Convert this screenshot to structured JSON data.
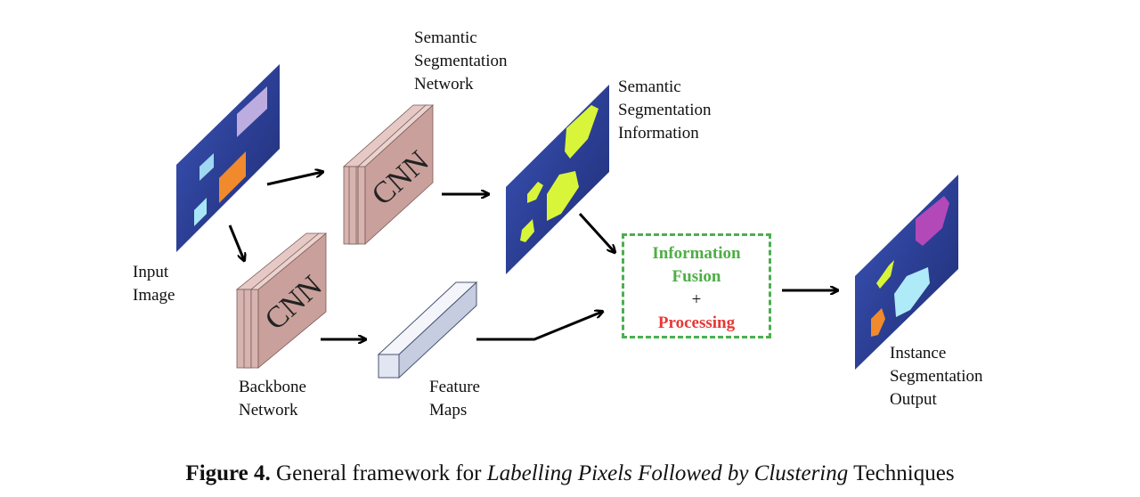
{
  "labels": {
    "input_image": [
      "Input",
      "Image"
    ],
    "semantic_network": [
      "Semantic",
      "Segmentation",
      "Network"
    ],
    "semantic_info": [
      "Semantic",
      "Segmentation",
      "Information"
    ],
    "backbone": [
      "Backbone",
      "Network"
    ],
    "feature_maps": [
      "Feature",
      "Maps"
    ],
    "instance_output": [
      "Instance",
      "Segmentation",
      "Output"
    ]
  },
  "cnn_label": "CNN",
  "fusion": {
    "line1": "Information",
    "line2": "Fusion",
    "plus": "+",
    "line3": "Processing"
  },
  "caption": {
    "prefix": "Figure 4.",
    "text1": " General framework for ",
    "italic": "Labelling Pixels Followed by Clustering",
    "text2": " Techniques"
  },
  "colors": {
    "panel": "#2a3a8c",
    "cnn_block": "#d8b4b0",
    "fusion_green": "#4fae45",
    "fusion_red": "#e53935",
    "segment_yellow": "#d8f53a"
  }
}
